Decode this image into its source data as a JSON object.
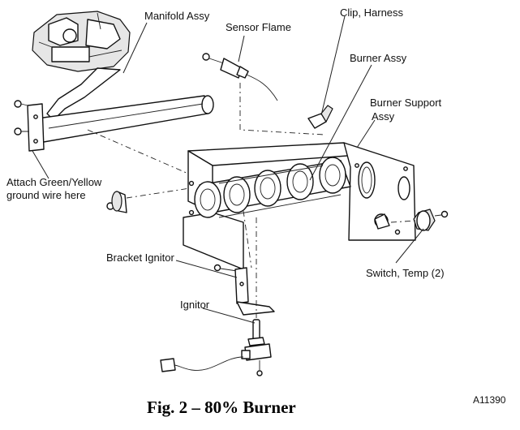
{
  "figure": {
    "caption": "Fig. 2 – 80% Burner",
    "code": "A11390"
  },
  "labels": {
    "manifold": "Manifold Assy",
    "sensor": "Sensor Flame",
    "clip": "Clip, Harness",
    "burner": "Burner Assy",
    "support_line1": "Burner Support",
    "support_line2": "Assy",
    "ground_line1": "Attach Green/Yellow",
    "ground_line2": "ground wire here",
    "bracket": "Bracket Ignitor",
    "ignitor": "Ignitor",
    "switch": "Switch, Temp (2)"
  }
}
